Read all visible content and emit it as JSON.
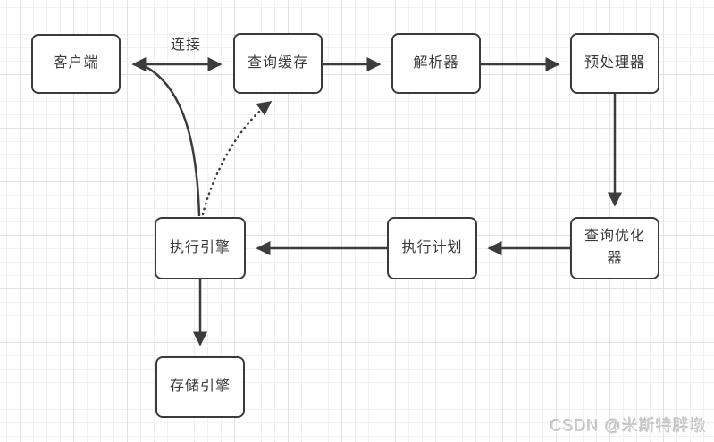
{
  "diagram": {
    "title_implied": "MySQL query execution flow",
    "nodes": {
      "client": {
        "label": "客户端"
      },
      "query_cache": {
        "label": "查询缓存"
      },
      "parser": {
        "label": "解析器"
      },
      "preprocessor": {
        "label": "预处理器"
      },
      "optimizer": {
        "label": "查询优化器"
      },
      "plan": {
        "label": "执行计划"
      },
      "engine": {
        "label": "执行引擎"
      },
      "storage": {
        "label": "存储引擎"
      }
    },
    "edge_labels": {
      "connect": "连接"
    },
    "colors": {
      "line": "#3c3c3c",
      "node_border": "#3b3b3b",
      "node_fill": "#ffffff",
      "grid_minor": "#f1f1f1",
      "grid_major": "#e2e2e2",
      "watermark": "#cccccc"
    }
  },
  "watermark": {
    "text": "CSDN @米斯特胖墩"
  }
}
